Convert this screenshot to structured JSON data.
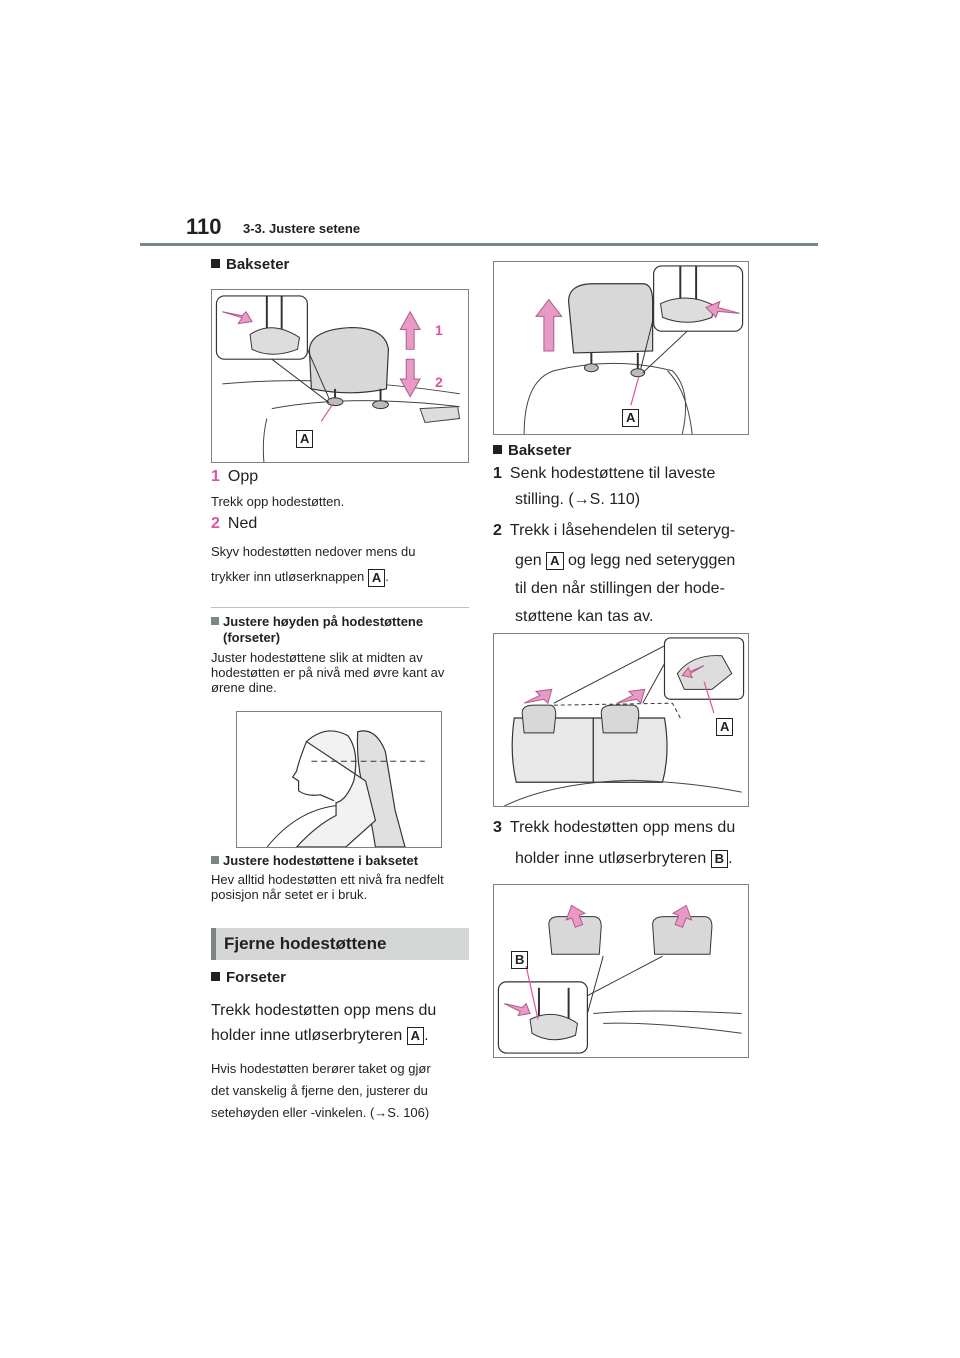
{
  "header": {
    "page_number": "110",
    "section": "3-3. Justere setene"
  },
  "left": {
    "bakseter_heading": "Bakseter",
    "fig1_labels": {
      "a": "A",
      "n1": "1",
      "n2": "2"
    },
    "step1": {
      "num": "1",
      "label": "Opp",
      "note": "Trekk opp hodestøtten."
    },
    "step2": {
      "num": "2",
      "label": "Ned",
      "note_line1": "Skyv hodestøtten nedover mens du",
      "note_line2": "trykker inn utløserknappen",
      "box": "A",
      "tail": "."
    },
    "forseter_sub": {
      "title_line1": "Justere høyden på hodestøttene",
      "title_line2": "(forseter)",
      "text_line1": "Juster hodestøttene slik at midten av",
      "text_line2": "hodestøtten er på nivå med øvre kant av",
      "text_line3": "ørene dine."
    },
    "baksetet_sub": {
      "title": "Justere hodestøttene i baksetet",
      "text_line1": "Hev alltid hodestøtten ett nivå fra nedfelt",
      "text_line2": "posisjon når setet er i bruk."
    },
    "remove_section": "Fjerne hodestøttene",
    "forseter_heading": "Forseter",
    "forseter_line1": "Trekk hodestøtten opp mens du",
    "forseter_line2": "holder inne utløserbryteren",
    "forseter_box": "A",
    "forseter_tail": ".",
    "forseter_note_line1": "Hvis hodestøtten berører taket og gjør",
    "forseter_note_line2": "det vanskelig å fjerne den, justerer du",
    "forseter_note_line3": "setehøyden eller -vinkelen. (→S. 106)"
  },
  "right": {
    "fig_a_label": "A",
    "bakseter_heading": "Bakseter",
    "step1": {
      "num": "1",
      "line1": "Senk hodestøttene til laveste",
      "line2": "stilling. (→S. 110)"
    },
    "step2": {
      "num": "2",
      "line1": "Trekk i låsehendelen til seteryg-",
      "line2_pre": "gen",
      "line2_box": "A",
      "line2_post": "og legg ned seteryggen",
      "line3": "til den når stillingen der hode-",
      "line4": "støttene kan tas av."
    },
    "fig2_label": "A",
    "step3": {
      "num": "3",
      "line1": "Trekk hodestøtten opp mens du",
      "line2": "holder inne utløserbryteren",
      "box": "B",
      "tail": "."
    },
    "fig3_label": "B"
  },
  "colors": {
    "accent_pink": "#e0529c",
    "arrow_pink": "#e79ac5",
    "rule_gray": "#7a8784",
    "bar_gray": "#d4d7d5"
  }
}
